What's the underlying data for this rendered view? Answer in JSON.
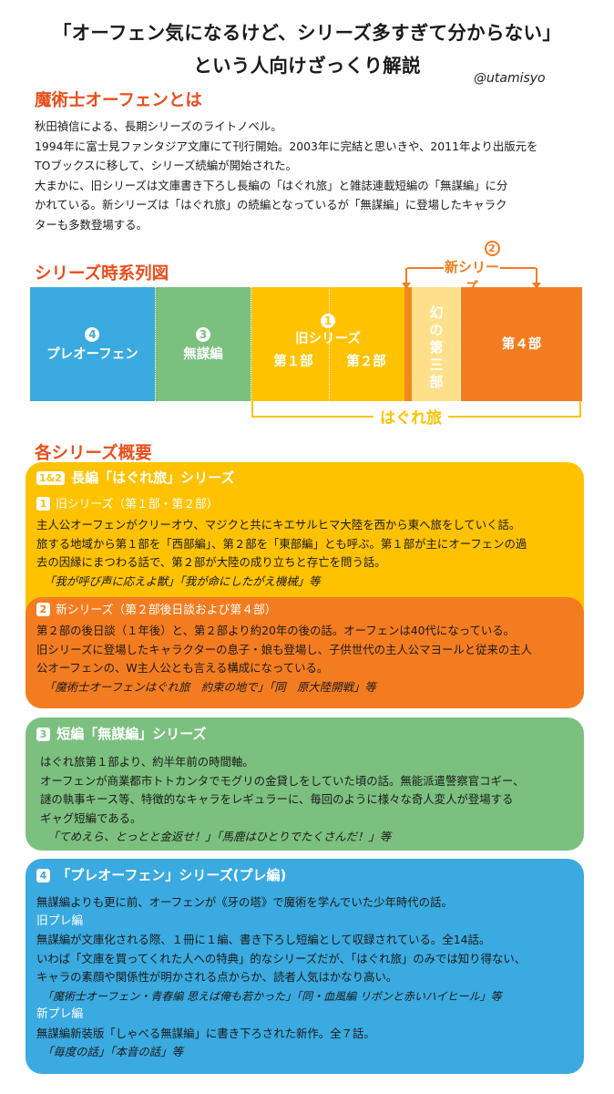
{
  "title": {
    "line1": "「オーフェン気になるけど、シリーズ多すぎて分からない」",
    "line2": "という人向けざっくり解説",
    "handle": "@utamisyo"
  },
  "about": {
    "heading": "魔術士オーフェンとは",
    "lines": [
      "秋田禎信による、長期シリーズのライトノベル。",
      "1994年に富士見ファンタジア文庫にて刊行開始。2003年に完結と思いきや、2011年より出版元を",
      "TOブックスに移して、シリーズ続編が開始された。",
      "大まかに、旧シリーズは文庫書き下ろし長編の「はぐれ旅」と雑誌連載短編の「無謀編」に分",
      "かれている。新シリーズは「はぐれ旅」の続編となっているが「無謀編」に登場したキャラク",
      "ターも多数登場する。"
    ]
  },
  "timeline": {
    "heading": "シリーズ時系列図",
    "pre": {
      "num": "4",
      "label": "プレオーフェン"
    },
    "mubo": {
      "num": "3",
      "label": "無謀編"
    },
    "old": {
      "num": "1",
      "label": "旧シリーズ",
      "part1": "第１部",
      "part2": "第２部"
    },
    "phantom": [
      "幻",
      "の",
      "第",
      "三",
      "部"
    ],
    "part4": "第４部",
    "new": {
      "num": "2",
      "label": "新シリーズ"
    },
    "hagure": "はぐれ旅"
  },
  "overview": {
    "heading": "各シリーズ概要",
    "hagure_card": {
      "nums": "1&2",
      "title": "長編「はぐれ旅」シリーズ",
      "old_num": "1",
      "old_sub": "旧シリーズ（第１部・第２部）",
      "old_lines": [
        "主人公オーフェンがクリーオウ、マジクと共にキエサルヒマ大陸を西から東へ旅をしていく話。",
        "旅する地域から第１部を「西部編」、第２部を「東部編」とも呼ぶ。第１部が主にオーフェンの過",
        "去の因縁にまつわる話で、第２部が大陸の成り立ちと存亡を問う話。"
      ],
      "old_examples": "「我が呼び声に応えよ獣」「我が命にしたがえ機械」等",
      "new_num": "2",
      "new_sub": "新シリーズ（第２部後日談および第４部）",
      "new_lines": [
        "第２部の後日談（１年後）と、第２部より約20年の後の話。オーフェンは40代になっている。",
        "旧シリーズに登場したキャラクターの息子・娘も登場し、子供世代の主人公マヨールと従来の主人",
        "公オーフェンの、W主人公とも言える構成になっている。"
      ],
      "new_examples": "「魔術士オーフェンはぐれ旅　約束の地で」「同　原大陸開戦」等"
    },
    "mubo_card": {
      "num": "3",
      "title": "短編「無謀編」シリーズ",
      "lines": [
        "はぐれ旅第１部より、約半年前の時間軸。",
        "オーフェンが商業都市トトカンタでモグリの金貸しをしていた頃の話。無能派遣警察官コギー、",
        "謎の執事キース等、特徴的なキャラをレギュラーに、毎回のように様々な奇人変人が登場する",
        "ギャグ短編である。"
      ],
      "examples": "「てめえら、とっとと金返せ！」「馬鹿はひとりでたくさんだ！」等"
    },
    "pre_card": {
      "num": "4",
      "title": "「プレオーフェン」シリーズ(プレ編)",
      "intro": "無謀編よりも更に前、オーフェンが《牙の塔》で魔術を学んでいた少年時代の話。",
      "old_sub": "旧プレ編",
      "old_lines": [
        "無謀編が文庫化される際、１冊に１編、書き下ろし短編として収録されている。全14話。",
        "いわば「文庫を買ってくれた人への特典」的なシリーズだが、「はぐれ旅」のみでは知り得ない、",
        "キャラの素顔や関係性が明かされる点からか、読者人気はかなり高い。"
      ],
      "old_examples": "「魔術士オーフェン・青春編 思えば俺も若かった」「同・血風編 リボンと赤いハイヒール」等",
      "new_sub": "新プレ編",
      "new_lines": [
        "無謀編新装版「しゃべる無謀編」に書き下ろされた新作。全７話。"
      ],
      "new_examples": "「毎度の話」「本音の話」等"
    }
  },
  "colors": {
    "accent": "#e94e1b",
    "blue": "#3aaae0",
    "green": "#7cc07f",
    "yellow": "#ffc200",
    "orange": "#f47c20",
    "pale": "#ffe08a"
  }
}
